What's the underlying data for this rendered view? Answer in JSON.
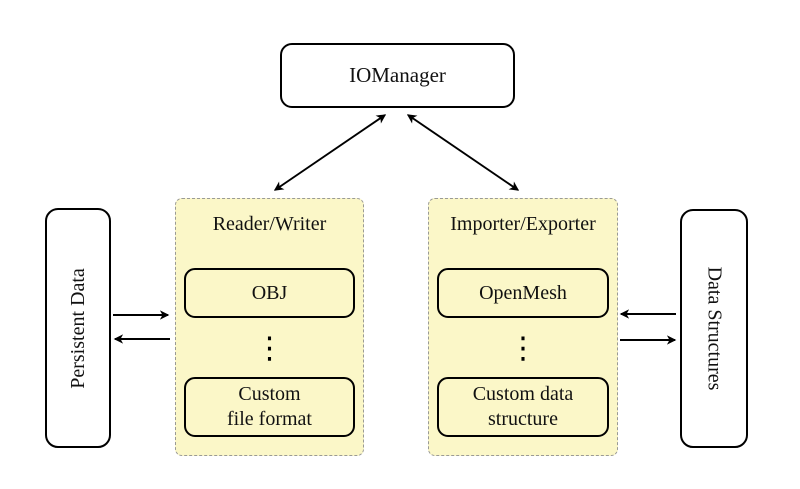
{
  "colors": {
    "group_fill": "#FBF7C8",
    "group_border": "#9A9A96",
    "node_fill": "#FFFFFF",
    "line": "#000000",
    "text": "#111111"
  },
  "nodes": {
    "iomanager": {
      "label": "IOManager"
    },
    "persistent_data": {
      "label": "Persistent Data"
    },
    "data_structures": {
      "label": "Data Structures"
    }
  },
  "groups": {
    "reader_writer": {
      "title": "Reader/Writer",
      "items": [
        "OBJ",
        "Custom\nfile format"
      ],
      "ellipsis": "⋮"
    },
    "importer_exporter": {
      "title": "Importer/Exporter",
      "items": [
        "OpenMesh",
        "Custom data\nstructure"
      ],
      "ellipsis": "⋮"
    }
  },
  "edges": [
    {
      "from": "iomanager",
      "to": "reader_writer",
      "direction": "bidirectional"
    },
    {
      "from": "iomanager",
      "to": "importer_exporter",
      "direction": "bidirectional"
    },
    {
      "from": "persistent_data",
      "to": "reader_writer",
      "direction": "forward"
    },
    {
      "from": "reader_writer",
      "to": "persistent_data",
      "direction": "forward"
    },
    {
      "from": "data_structures",
      "to": "importer_exporter",
      "direction": "forward"
    },
    {
      "from": "importer_exporter",
      "to": "data_structures",
      "direction": "forward"
    }
  ]
}
